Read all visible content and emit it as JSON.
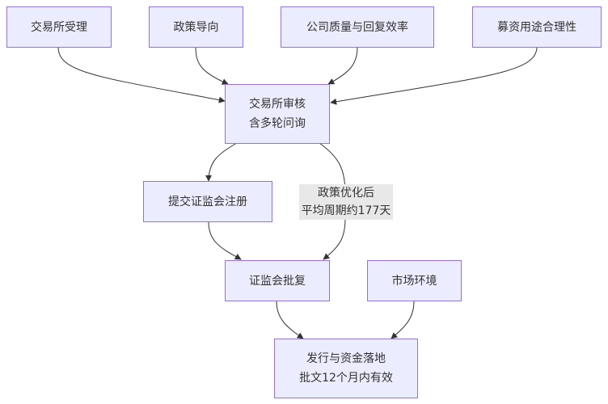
{
  "diagram": {
    "type": "flowchart",
    "nodes": {
      "exchange_accept": {
        "label": "交易所受理"
      },
      "policy": {
        "label": "政策导向"
      },
      "company_quality": {
        "label": "公司质量与回复效率"
      },
      "fund_use": {
        "label": "募资用途合理性"
      },
      "exchange_review": {
        "line1": "交易所审核",
        "line2": "含多轮问询"
      },
      "csrc_register": {
        "label": "提交证监会注册"
      },
      "csrc_approve": {
        "label": "证监会批复"
      },
      "market_env": {
        "label": "市场环境"
      },
      "issuance": {
        "line1": "发行与资金落地",
        "line2": "批文12个月内有效"
      }
    },
    "edge_labels": {
      "review_to_approve": {
        "line1": "政策优化后",
        "line2": "平均周期约177天"
      }
    },
    "edges": [
      {
        "from": "exchange_accept",
        "to": "exchange_review"
      },
      {
        "from": "policy",
        "to": "exchange_review"
      },
      {
        "from": "company_quality",
        "to": "exchange_review"
      },
      {
        "from": "fund_use",
        "to": "exchange_review"
      },
      {
        "from": "exchange_review",
        "to": "csrc_register"
      },
      {
        "from": "exchange_review",
        "to": "csrc_approve",
        "label": "review_to_approve"
      },
      {
        "from": "csrc_register",
        "to": "csrc_approve"
      },
      {
        "from": "csrc_approve",
        "to": "issuance"
      },
      {
        "from": "market_env",
        "to": "issuance"
      }
    ]
  }
}
